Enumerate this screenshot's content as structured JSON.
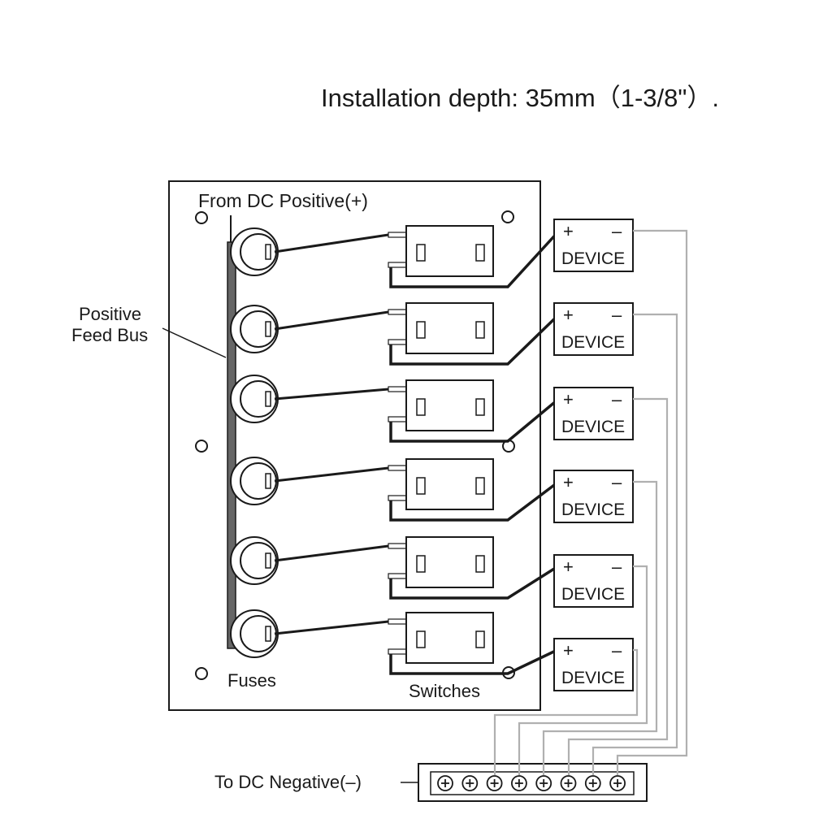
{
  "header": {
    "installation_depth": "Installation depth: 35mm（1-3/8\"）."
  },
  "panel": {
    "dc_positive_label": "From DC Positive(+)",
    "feed_bus_label_line1": "Positive",
    "feed_bus_label_line2": "Feed Bus",
    "fuses_label": "Fuses",
    "switches_label": "Switches"
  },
  "devices": [
    {
      "plus": "+",
      "minus": "–",
      "label": "DEVICE"
    },
    {
      "plus": "+",
      "minus": "–",
      "label": "DEVICE"
    },
    {
      "plus": "+",
      "minus": "–",
      "label": "DEVICE"
    },
    {
      "plus": "+",
      "minus": "–",
      "label": "DEVICE"
    },
    {
      "plus": "+",
      "minus": "–",
      "label": "DEVICE"
    },
    {
      "plus": "+",
      "minus": "–",
      "label": "DEVICE"
    }
  ],
  "negative_bus": {
    "label": "To DC Negative(–)",
    "terminal_count": 8,
    "terminal_symbol": "⊕"
  },
  "colors": {
    "line": "#1a1a1a",
    "negative_wire": "#b0b0b0",
    "bus_bar": "#666666"
  }
}
